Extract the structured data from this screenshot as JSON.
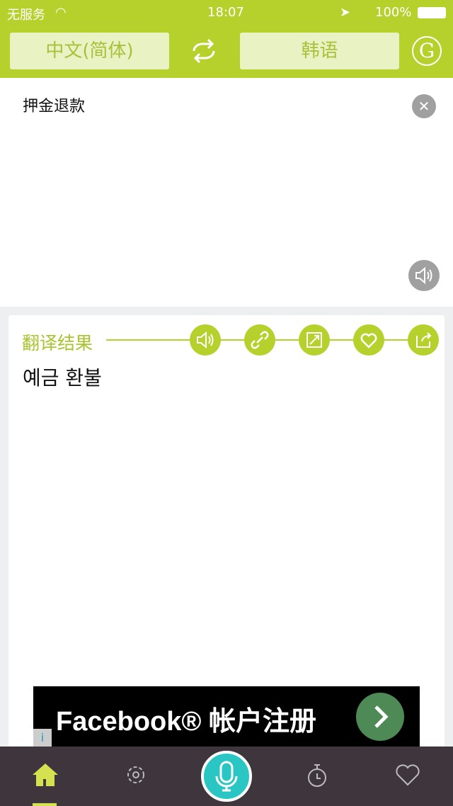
{
  "status": {
    "carrier": "无服务",
    "time": "18:07",
    "battery": "100%"
  },
  "header": {
    "source_lang": "中文(简体)",
    "target_lang": "韩语",
    "google_label": "G"
  },
  "input": {
    "text": "押金退款"
  },
  "result": {
    "label": "翻译结果",
    "text": "예금 환불"
  },
  "ad": {
    "text": "Facebook® 帐户注册",
    "info": "i"
  },
  "colors": {
    "accent": "#b6d12b",
    "tabbar": "#3e353d",
    "mic": "#2ac6c3"
  }
}
